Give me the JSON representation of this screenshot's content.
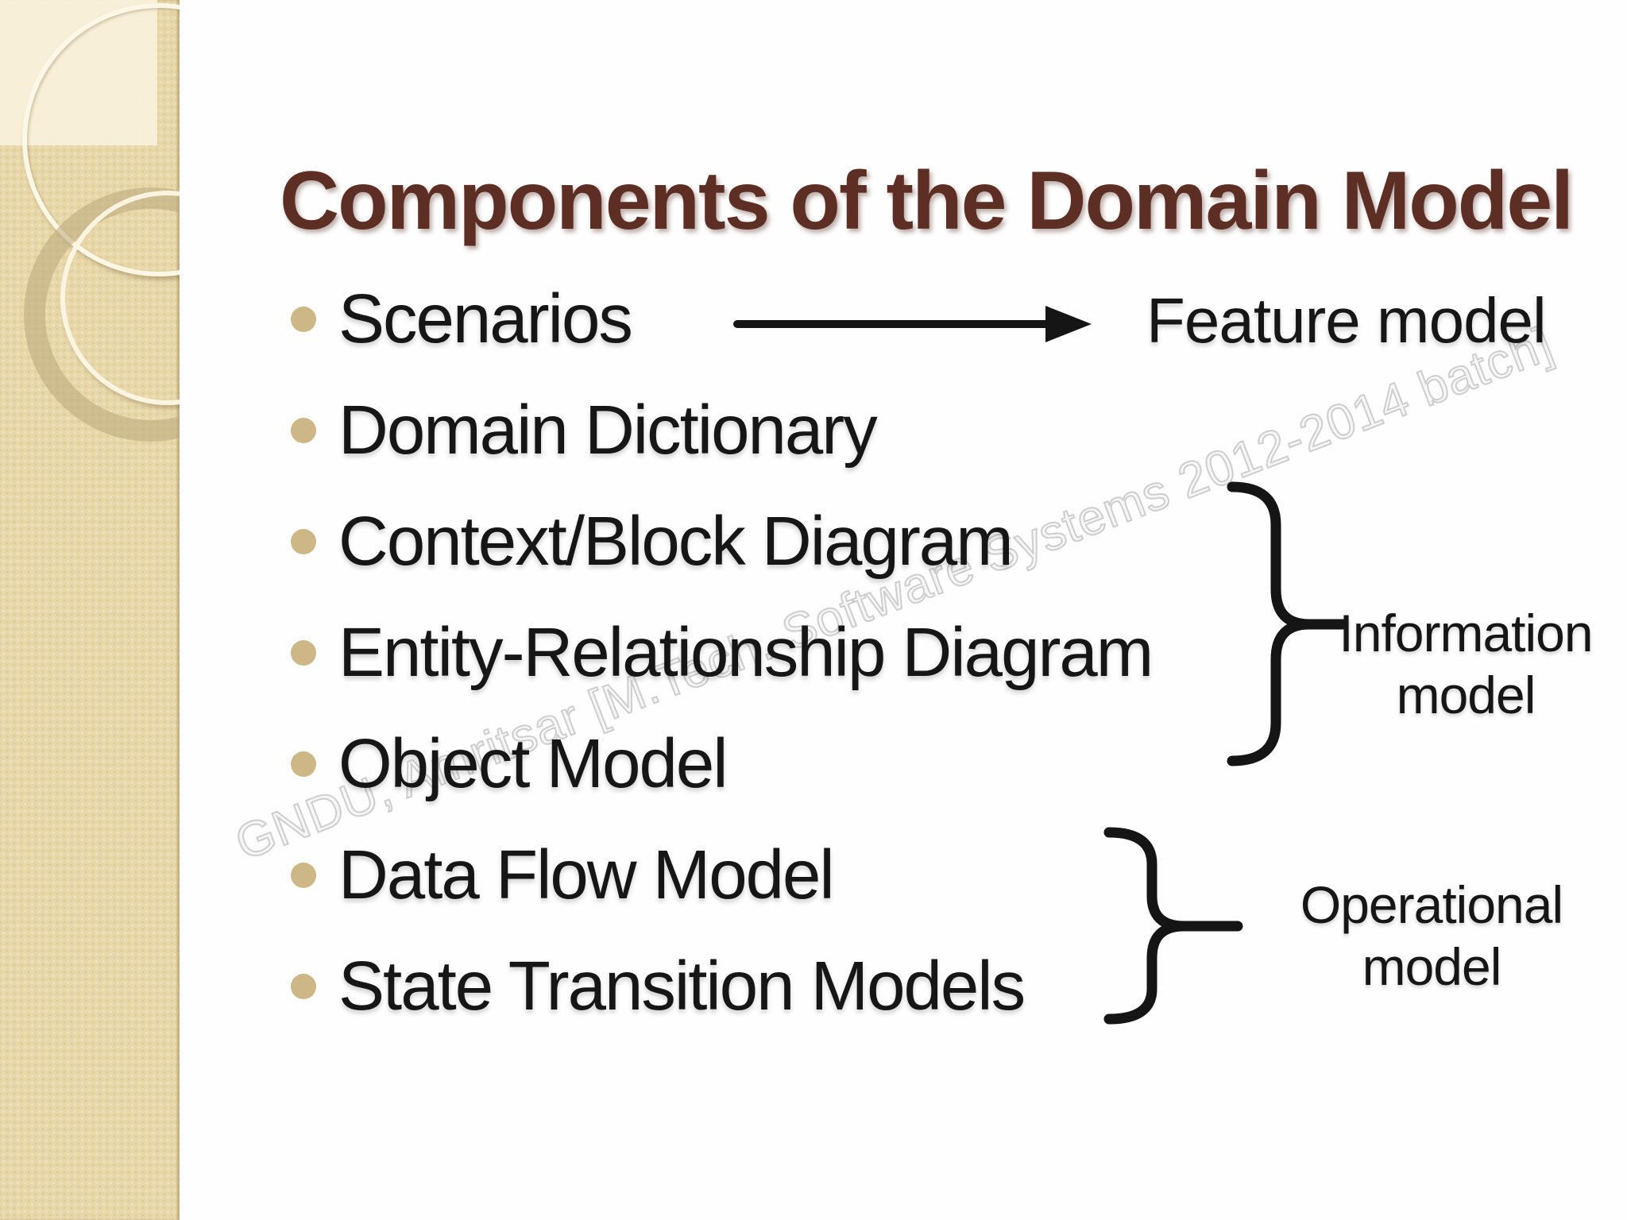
{
  "title": "Components of the Domain Model",
  "bullets": [
    "Scenarios",
    "Domain Dictionary",
    "Context/Block Diagram",
    "Entity-Relationship Diagram",
    "Object Model",
    "Data Flow Model",
    "State Transition Models"
  ],
  "labels": {
    "feature": "Feature model",
    "information": [
      "Information",
      "model"
    ],
    "operational": [
      "Operational",
      "model"
    ]
  },
  "relations": {
    "arrow_from": "Scenarios",
    "arrow_to": "Feature model",
    "information_model_covers": [
      "Context/Block Diagram",
      "Entity-Relationship Diagram",
      "Object Model"
    ],
    "operational_model_covers": [
      "Data Flow Model",
      "State Transition Models"
    ]
  },
  "watermark": "GNDU, Amritsar [M.Tech. Software Systems 2012-2014 batch]",
  "icons": {
    "arrow": "right-arrow",
    "information_brace": "right-curly-brace",
    "operational_brace": "right-curly-brace",
    "bullet": "filled-circle"
  },
  "colors": {
    "background": "#fefefe",
    "sidebar": "#e7d7a9",
    "sidebar_ring_thick": "#bba77c",
    "title": "#5d2e23",
    "body_text": "#161616",
    "bullet_dot": "#cdb786",
    "diagram_ink": "#151515",
    "watermark": "#9e9e9e"
  }
}
